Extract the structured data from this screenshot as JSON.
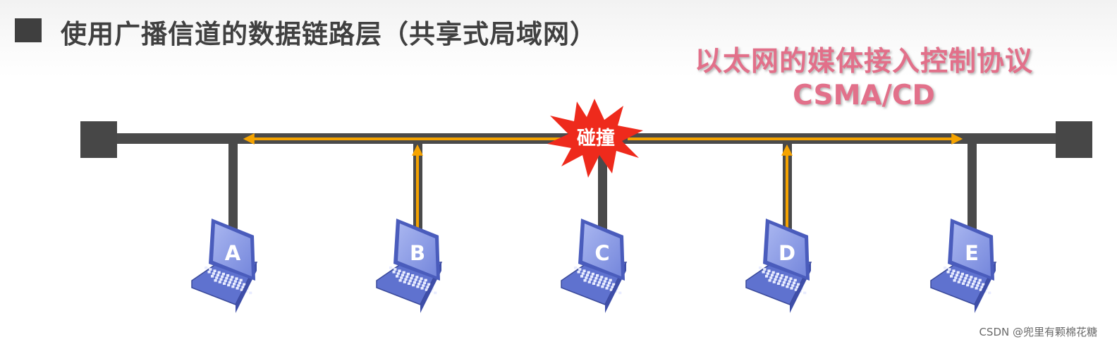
{
  "title": "使用广播信道的数据链路层（共享式局域网）",
  "protocol": {
    "line1": "以太网的媒体接入控制协议",
    "line2": "CSMA/CD"
  },
  "collision_label": "碰撞",
  "hosts": [
    {
      "label": "A",
      "transmitting": false
    },
    {
      "label": "B",
      "transmitting": true
    },
    {
      "label": "C",
      "transmitting": false
    },
    {
      "label": "D",
      "transmitting": true
    },
    {
      "label": "E",
      "transmitting": false
    }
  ],
  "colors": {
    "bus": "#4a4a4a",
    "signal": "#f5a300",
    "collision_fill": "#ee2a1c",
    "laptop_screen": "#8f9fe4",
    "laptop_body": "#6c7ed6",
    "protocol_text": "#e2708a"
  },
  "watermark": "CSDN @兜里有颗棉花糖"
}
